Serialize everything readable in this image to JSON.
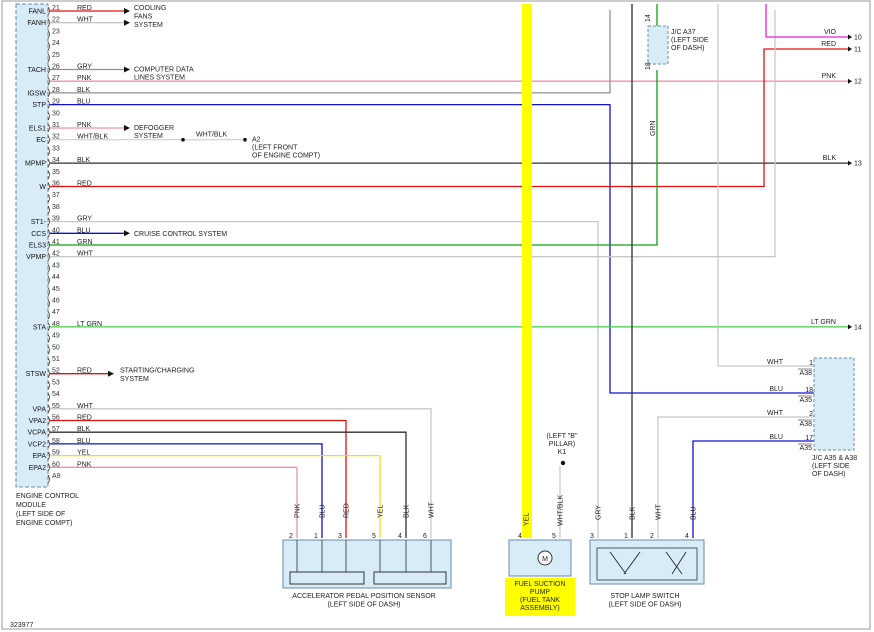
{
  "diagram_id": "323977",
  "colors": {
    "RED": "#e01010",
    "WHT": "#c8c8c8",
    "GRY": "#909090",
    "PNK": "#f090a8",
    "BLK": "#303030",
    "BLU": "#1010d0",
    "GRN": "#10a010",
    "LT GRN": "#40d040",
    "YEL": "#f0e010",
    "VIO": "#e020e0",
    "connector": "#d8ecf8",
    "highlight": "#ffff00"
  },
  "ecm": {
    "label_lines": [
      "ENGINE CONTROL",
      "MODULE",
      "(LEFT SIDE OF",
      "ENGINE COMPT)"
    ],
    "pins": [
      {
        "n": "21",
        "sig": "FANL",
        "w": "RED"
      },
      {
        "n": "22",
        "sig": "FANH",
        "w": "WHT"
      },
      {
        "n": "23",
        "sig": "",
        "w": ""
      },
      {
        "n": "24",
        "sig": "",
        "w": ""
      },
      {
        "n": "25",
        "sig": "",
        "w": ""
      },
      {
        "n": "26",
        "sig": "TACH",
        "w": "GRY"
      },
      {
        "n": "27",
        "sig": "",
        "w": "PNK"
      },
      {
        "n": "28",
        "sig": "IGSW",
        "w": "BLK"
      },
      {
        "n": "29",
        "sig": "STP",
        "w": "BLU"
      },
      {
        "n": "30",
        "sig": "",
        "w": ""
      },
      {
        "n": "31",
        "sig": "ELS1",
        "w": "PNK"
      },
      {
        "n": "32",
        "sig": "EC",
        "w": "WHT/BLK"
      },
      {
        "n": "33",
        "sig": "",
        "w": ""
      },
      {
        "n": "34",
        "sig": "MPMP",
        "w": "BLK"
      },
      {
        "n": "35",
        "sig": "",
        "w": ""
      },
      {
        "n": "36",
        "sig": "W",
        "w": "RED"
      },
      {
        "n": "37",
        "sig": "",
        "w": ""
      },
      {
        "n": "38",
        "sig": "",
        "w": ""
      },
      {
        "n": "39",
        "sig": "ST1-",
        "w": "GRY"
      },
      {
        "n": "40",
        "sig": "CCS",
        "w": "BLU"
      },
      {
        "n": "41",
        "sig": "ELS3",
        "w": "GRN"
      },
      {
        "n": "42",
        "sig": "VPMP",
        "w": "WHT"
      },
      {
        "n": "43",
        "sig": "",
        "w": ""
      },
      {
        "n": "44",
        "sig": "",
        "w": ""
      },
      {
        "n": "45",
        "sig": "",
        "w": ""
      },
      {
        "n": "46",
        "sig": "",
        "w": ""
      },
      {
        "n": "47",
        "sig": "",
        "w": ""
      },
      {
        "n": "48",
        "sig": "STA",
        "w": "LT GRN"
      },
      {
        "n": "49",
        "sig": "",
        "w": ""
      },
      {
        "n": "50",
        "sig": "",
        "w": ""
      },
      {
        "n": "51",
        "sig": "",
        "w": ""
      },
      {
        "n": "52",
        "sig": "STSW",
        "w": "RED"
      },
      {
        "n": "53",
        "sig": "",
        "w": ""
      },
      {
        "n": "54",
        "sig": "",
        "w": ""
      },
      {
        "n": "55",
        "sig": "VPA",
        "w": "WHT"
      },
      {
        "n": "56",
        "sig": "VPA2",
        "w": "RED"
      },
      {
        "n": "57",
        "sig": "VCPA",
        "w": "BLK"
      },
      {
        "n": "58",
        "sig": "VCP2",
        "w": "BLU"
      },
      {
        "n": "59",
        "sig": "EPA",
        "w": "YEL"
      },
      {
        "n": "60",
        "sig": "EPA2",
        "w": "PNK"
      },
      {
        "n": "A9",
        "sig": "",
        "w": ""
      }
    ]
  },
  "arrow_labels": [
    {
      "pin": "21",
      "lines": [
        "COOLING",
        "FANS",
        "SYSTEM"
      ]
    },
    {
      "pin": "26",
      "lines": [
        "COMPUTER DATA",
        "LINES SYSTEM"
      ]
    },
    {
      "pin": "31",
      "lines": [
        "DEFOGGER",
        "SYSTEM"
      ]
    },
    {
      "pin": "40",
      "lines": [
        "CRUISE CONTROL SYSTEM"
      ]
    },
    {
      "pin": "52",
      "lines": [
        "STARTING/CHARGING",
        "SYSTEM"
      ]
    }
  ],
  "ground_a2": {
    "wire": "WHT/BLK",
    "label_lines": [
      "A2",
      "(LEFT FRONT",
      "OF ENGINE COMPT)"
    ]
  },
  "right_edge": [
    {
      "n": "10",
      "w": "VIO"
    },
    {
      "n": "11",
      "w": "RED"
    },
    {
      "n": "12",
      "w": "PNK"
    },
    {
      "n": "13",
      "w": "BLK"
    },
    {
      "n": "14",
      "w": "LT GRN"
    }
  ],
  "jc_a37": {
    "label_lines": [
      "J/C A37",
      "(LEFT SIDE",
      "OF DASH)"
    ],
    "pins": [
      "14",
      "18"
    ],
    "wire": "GRN"
  },
  "jc_a35": {
    "label_lines": [
      "J/C A35 & A38",
      "(LEFT SIDE",
      "OF DASH)"
    ],
    "rows": [
      {
        "w": "WHT",
        "pin": "1",
        "conn": "A38"
      },
      {
        "w": "BLU",
        "pin": "18",
        "conn": "A35"
      },
      {
        "w": "WHT",
        "pin": "2",
        "conn": "A38"
      },
      {
        "w": "BLU",
        "pin": "17",
        "conn": "A35"
      }
    ]
  },
  "appp_sensor": {
    "label_lines": [
      "ACCELERATOR PEDAL POSITION SENSOR",
      "(LEFT SIDE OF DASH)"
    ],
    "pins": [
      {
        "n": "2",
        "w": "PNK"
      },
      {
        "n": "1",
        "w": "BLU"
      },
      {
        "n": "3",
        "w": "RED"
      },
      {
        "n": "5",
        "w": "YEL"
      },
      {
        "n": "4",
        "w": "BLK"
      },
      {
        "n": "6",
        "w": "WHT"
      }
    ]
  },
  "fuel_pump": {
    "label_lines": [
      "FUEL SUCTION",
      "PUMP",
      "(FUEL TANK",
      "ASSEMBLY)"
    ],
    "pins": [
      {
        "n": "4",
        "w": "YEL"
      },
      {
        "n": "5",
        "w": "WHT/BLK"
      }
    ],
    "motor": "M",
    "ground": {
      "label_lines": [
        "(LEFT \"B\"",
        "PILLAR)",
        "K1"
      ]
    }
  },
  "stop_lamp_switch": {
    "label_lines": [
      "STOP LAMP SWITCH",
      "(LEFT SIDE OF DASH)"
    ],
    "pins": [
      {
        "n": "3",
        "w": "GRY"
      },
      {
        "n": "1",
        "w": "BLK"
      },
      {
        "n": "2",
        "w": "WHT"
      },
      {
        "n": "4",
        "w": "BLU"
      }
    ]
  }
}
